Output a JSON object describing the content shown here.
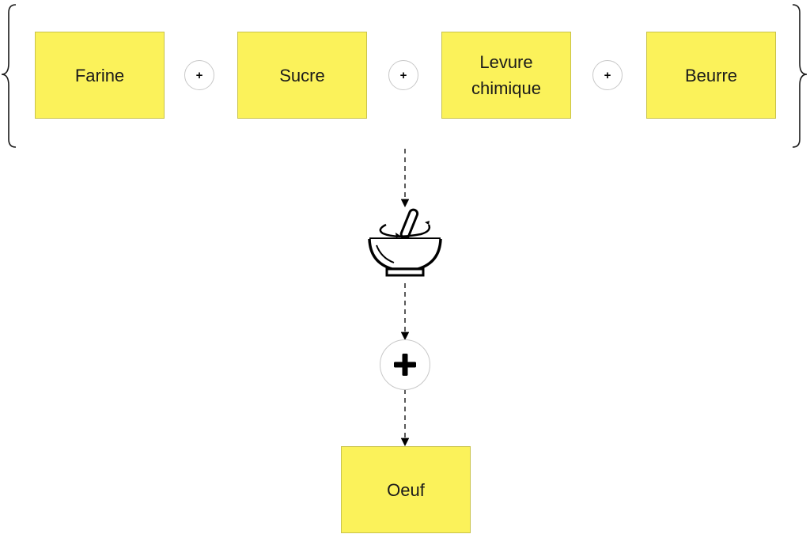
{
  "ingredients": {
    "farine": "Farine",
    "sucre": "Sucre",
    "levure": "Levure\nchimique",
    "beurre": "Beurre"
  },
  "operators": {
    "plus": "+"
  },
  "icons": {
    "mix": "mortar-and-pestle-icon",
    "add": "plus-icon"
  },
  "result": {
    "oeuf": "Oeuf"
  },
  "colors": {
    "note_fill": "#fbf25a",
    "line": "#000000"
  }
}
